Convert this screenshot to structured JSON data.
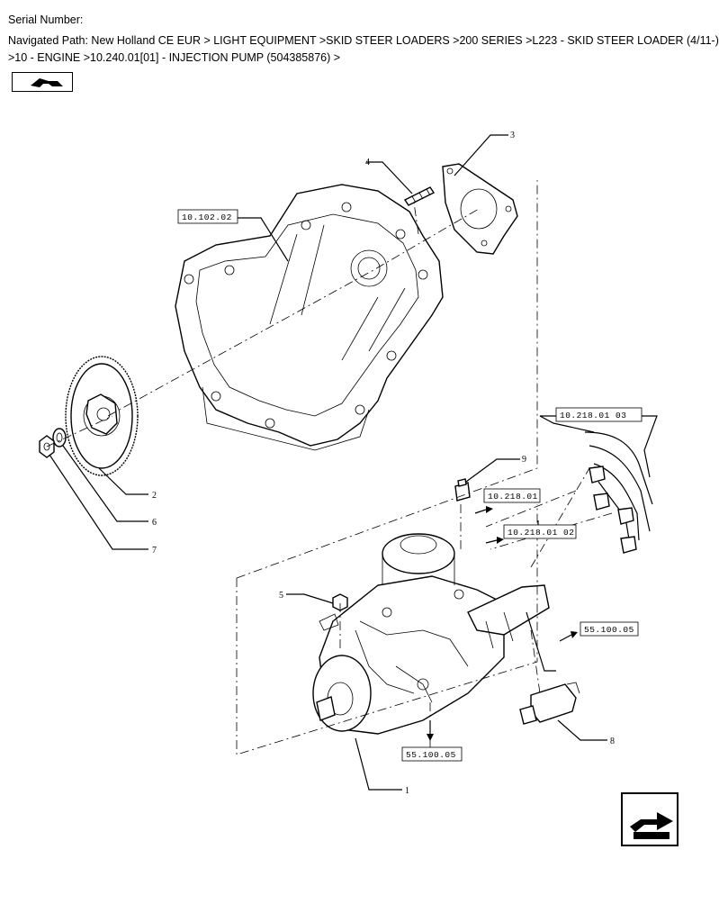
{
  "header": {
    "serial_label": "Serial Number:",
    "path_line1": "Navigated Path: New Holland CE EUR > LIGHT EQUIPMENT >SKID STEER LOADERS >200 SERIES >L223 - SKID STEER LOADER (4/11-)",
    "path_line2": ">10 - ENGINE >10.240.01[01] - INJECTION PUMP  (504385876) >"
  },
  "nav": {
    "back_icon": "back-arrow-icon",
    "next_icon": "next-arrow-icon"
  },
  "callouts": [
    "1",
    "2",
    "3",
    "4",
    "5",
    "6",
    "7",
    "8",
    "9"
  ],
  "references": {
    "timing_cover": "10.102.02",
    "injection_lines": "10.218.01 03",
    "fuel_line_a": "10.218.01",
    "fuel_line_b": "10.218.01 02",
    "electric_right": "55.100.05",
    "electric_bottom": "55.100.05"
  }
}
